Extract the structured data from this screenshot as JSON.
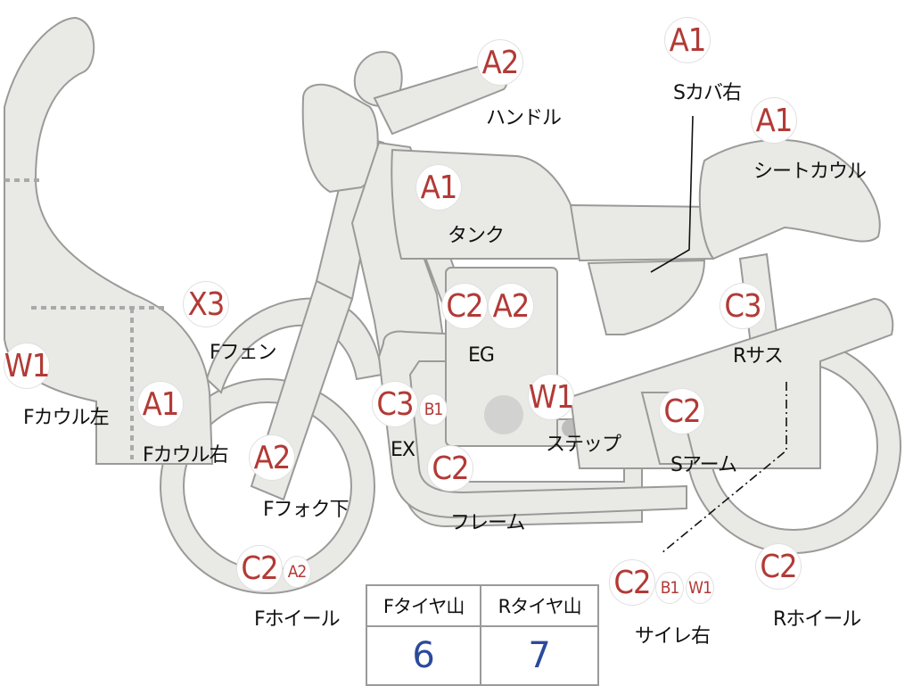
{
  "parts": [
    {
      "key": "handle",
      "name": "ハンドル",
      "ratings": [
        "A2"
      ]
    },
    {
      "key": "s_cover_right",
      "name": "Sカバ右",
      "ratings": [
        "A1"
      ]
    },
    {
      "key": "seat_cowl",
      "name": "シートカウル",
      "ratings": [
        "A1"
      ]
    },
    {
      "key": "tank",
      "name": "タンク",
      "ratings": [
        "A1"
      ]
    },
    {
      "key": "f_fender",
      "name": "Fフェン",
      "ratings": [
        "X3"
      ]
    },
    {
      "key": "eg",
      "name": "EG",
      "ratings": [
        "C2",
        "A2"
      ]
    },
    {
      "key": "r_sus",
      "name": "Rサス",
      "ratings": [
        "C3"
      ]
    },
    {
      "key": "f_cowl_left",
      "name": "Fカウル左",
      "ratings": [
        "W1"
      ]
    },
    {
      "key": "f_cowl_right",
      "name": "Fカウル右",
      "ratings": [
        "A1"
      ]
    },
    {
      "key": "ex",
      "name": "EX",
      "ratings": [
        "C3",
        "B1"
      ]
    },
    {
      "key": "step",
      "name": "ステップ",
      "ratings": [
        "W1"
      ]
    },
    {
      "key": "s_arm",
      "name": "Sアーム",
      "ratings": [
        "C2"
      ]
    },
    {
      "key": "f_fork_lower",
      "name": "Fフォク下",
      "ratings": [
        "A2"
      ]
    },
    {
      "key": "frame",
      "name": "フレーム",
      "ratings": [
        "C2"
      ]
    },
    {
      "key": "f_wheel",
      "name": "Fホイール",
      "ratings": [
        "C2",
        "A2"
      ]
    },
    {
      "key": "muffler_right",
      "name": "サイレ右",
      "ratings": [
        "C2",
        "B1",
        "W1"
      ]
    },
    {
      "key": "r_wheel",
      "name": "Rホイール",
      "ratings": [
        "C2"
      ]
    }
  ],
  "tire_table": {
    "headers": [
      "Fタイヤ山",
      "Rタイヤ山"
    ],
    "values": [
      "6",
      "7"
    ]
  },
  "colors": {
    "rating": "#b23a36",
    "value": "#2a4a9c",
    "part_fill": "#e9e9e6",
    "outline": "#9a9a98"
  }
}
